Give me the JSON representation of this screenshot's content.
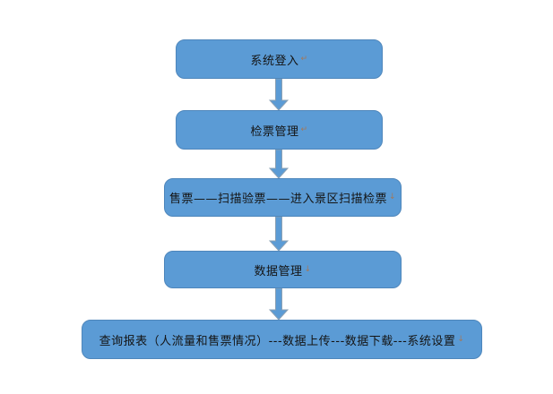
{
  "diagram": {
    "type": "flowchart",
    "direction": "top-down",
    "node_fill_color": "#5B9BD5",
    "node_border_color": "#4e86bb",
    "arrow_color": "#5B9BD5",
    "text_color": "#141414",
    "background_color": "#ffffff",
    "nodes": [
      {
        "id": "system-login",
        "label": "系统登入",
        "eol_mark": "↵"
      },
      {
        "id": "ticket-checking",
        "label": "检票管理",
        "eol_mark": "↵"
      },
      {
        "id": "ticket-flow",
        "label": "售票——扫描验票——进入景区扫描检票",
        "eol_mark": "↓"
      },
      {
        "id": "data-management",
        "label": "数据管理",
        "eol_mark": "↓"
      },
      {
        "id": "reports-settings",
        "label": "查询报表（人流量和售票情况）---数据上传---数据下载---系统设置",
        "eol_mark": "↓"
      }
    ],
    "edges": [
      {
        "from": "system-login",
        "to": "ticket-checking"
      },
      {
        "from": "ticket-checking",
        "to": "ticket-flow"
      },
      {
        "from": "ticket-flow",
        "to": "data-management"
      },
      {
        "from": "data-management",
        "to": "reports-settings"
      }
    ]
  }
}
